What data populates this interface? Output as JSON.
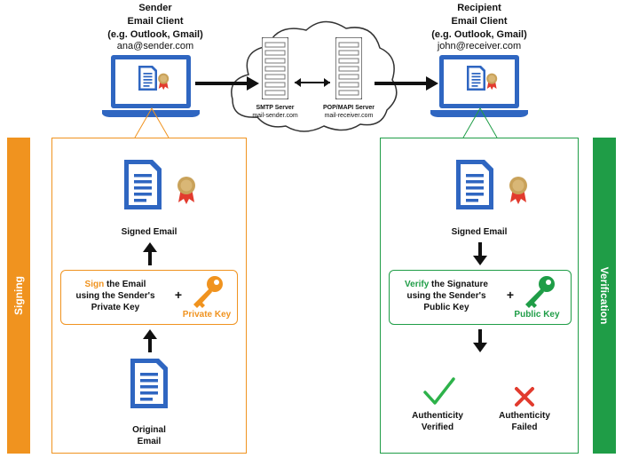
{
  "colors": {
    "orange": "#f0931f",
    "green": "#1f9d47",
    "blue": "#2f66c1",
    "red": "#e23b2e",
    "black": "#111111"
  },
  "sender": {
    "title": "Sender",
    "client": "Email Client",
    "examples": "(e.g. Outlook, Gmail)",
    "address": "ana@sender.com"
  },
  "recipient": {
    "title": "Recipient",
    "client": "Email Client",
    "examples": "(e.g. Outlook, Gmail)",
    "address": "john@receiver.com"
  },
  "servers": {
    "smtp_title": "SMTP Server",
    "smtp_host": "mail-sender.com",
    "pop_title": "POP/MAPI Server",
    "pop_host": "mail-receiver.com"
  },
  "signing": {
    "side_label": "Signing",
    "signed_email": "Signed Email",
    "step_keyword": "Sign",
    "step_rest_1": " the Email",
    "step_line_2": "using the Sender's",
    "step_line_3": "Private Key",
    "plus": "+",
    "key_label": "Private Key",
    "original_line_1": "Original",
    "original_line_2": "Email"
  },
  "verification": {
    "side_label": "Verification",
    "signed_email": "Signed Email",
    "step_keyword": "Verify",
    "step_rest_1": " the Signature",
    "step_line_2": "using the Sender's",
    "step_line_3": "Public Key",
    "plus": "+",
    "key_label": "Public Key",
    "verified_line_1": "Authenticity",
    "verified_line_2": "Verified",
    "failed_line_1": "Authenticity",
    "failed_line_2": "Failed"
  },
  "icons": {
    "laptop": "laptop-icon",
    "document": "document-icon",
    "ribbon": "certificate-ribbon-icon",
    "key": "key-icon",
    "server": "server-icon",
    "cloud": "cloud-icon",
    "check": "checkmark-icon",
    "cross": "cross-icon"
  }
}
